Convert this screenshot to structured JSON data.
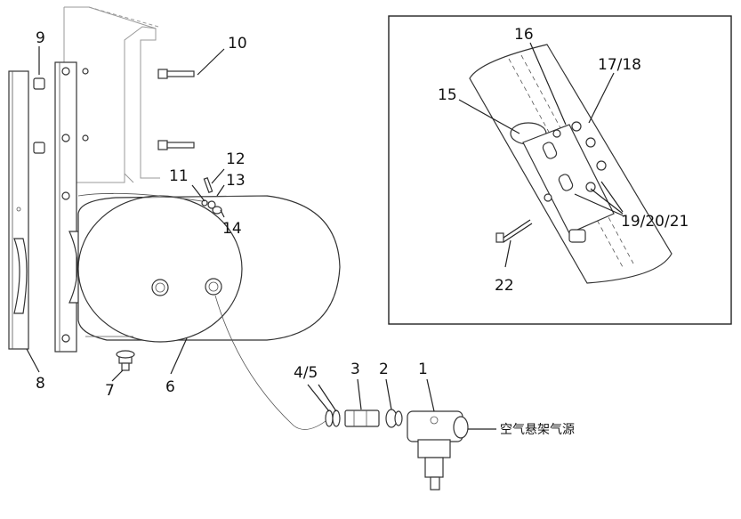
{
  "labels": {
    "p1": "1",
    "p2": "2",
    "p3": "3",
    "p45": "4/5",
    "p6": "6",
    "p7": "7",
    "p8": "8",
    "p9": "9",
    "p10": "10",
    "p11": "11",
    "p12": "12",
    "p13": "13",
    "p14": "14",
    "p15": "15",
    "p16": "16",
    "p1718": "17/18",
    "p192021": "19/20/21",
    "p22": "22",
    "air_source": "空气悬架气源"
  }
}
